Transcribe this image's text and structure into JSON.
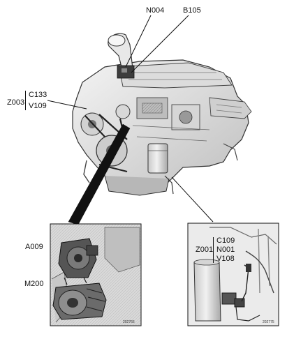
{
  "labels": {
    "n004": "N004",
    "b105": "B105",
    "z003": "Z003",
    "c133": "C133",
    "v109": "V109",
    "a009": "A009",
    "m200": "M200",
    "z001": "Z001",
    "c109": "C109",
    "n001": "N001",
    "v108": "V108"
  },
  "reference_numbers": {
    "left_detail": "202766",
    "right_detail": "202775"
  },
  "colors": {
    "background": "#ffffff",
    "line": "#111111",
    "engine_light": "#e9e9e9",
    "engine_mid": "#bdbdbd",
    "engine_dark": "#4a4a4a",
    "detail_bg": "#d8d8d8"
  }
}
